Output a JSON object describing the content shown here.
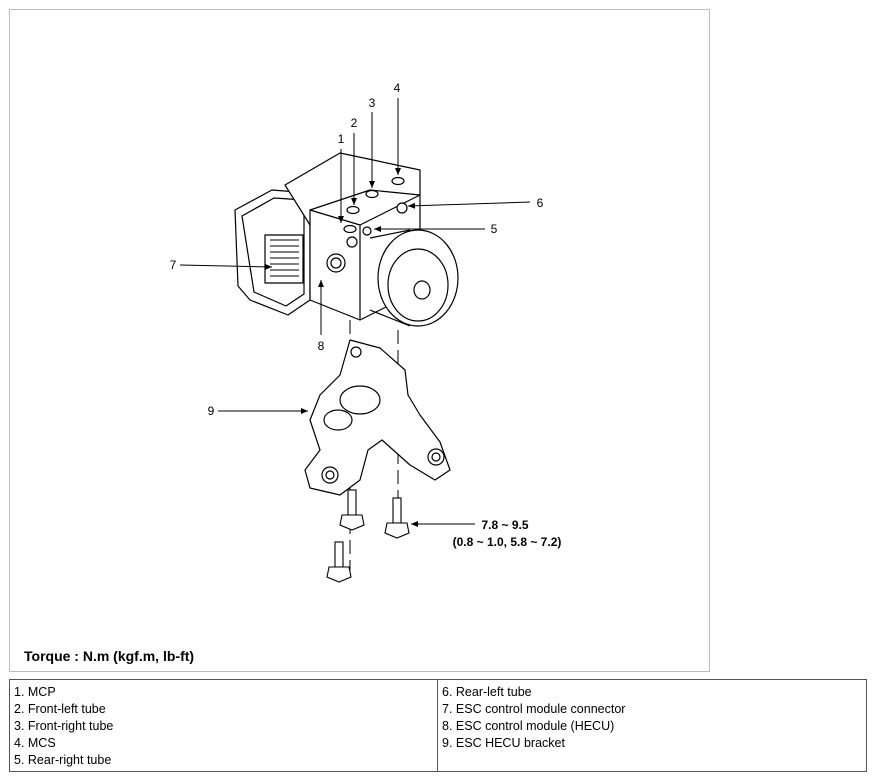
{
  "figure": {
    "callouts": [
      "1",
      "2",
      "3",
      "4",
      "5",
      "6",
      "7",
      "8",
      "9"
    ],
    "torque_value_line1": "7.8 ~ 9.5",
    "torque_value_line2": "(0.8 ~ 1.0, 5.8 ~ 7.2)",
    "torque_caption": "Torque : N.m (kgf.m, lb-ft)"
  },
  "legend": {
    "left": [
      "1. MCP",
      "2. Front-left tube",
      "3. Front-right tube",
      "4. MCS",
      "5. Rear-right tube"
    ],
    "right": [
      "6. Rear-left tube",
      "7. ESC control module connector",
      "8. ESC control module (HECU)",
      "9. ESC HECU bracket"
    ]
  }
}
